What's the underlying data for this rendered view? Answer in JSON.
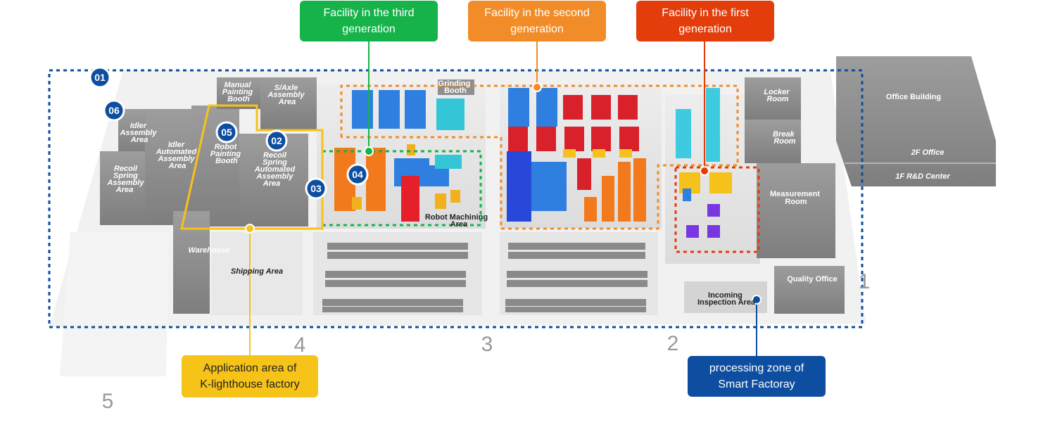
{
  "callouts": {
    "third_generation": "Facility in the third\ngeneration",
    "second_generation": "Facility in the second\ngeneration",
    "first_generation": "Facility in the first\ngeneration",
    "k_lighthouse": "Application area of\nK-lighthouse factory",
    "smart_factory": "processing zone of\nSmart Factoray"
  },
  "badges": {
    "b01": "01",
    "b02": "02",
    "b03": "03",
    "b04": "04",
    "b05": "05",
    "b06": "06"
  },
  "areas": {
    "manual_painting": [
      "Manual",
      "Painting",
      "Booth"
    ],
    "saxle_assembly": [
      "S/Axle",
      "Assembly",
      "Area"
    ],
    "grinding_booth": [
      "Grinding",
      "Booth"
    ],
    "idler_assembly": [
      "Idler",
      "Assembly",
      "Area"
    ],
    "idler_automated": [
      "Idler",
      "Automated",
      "Assembly",
      "Area"
    ],
    "robot_painting": [
      "Robot",
      "Painting",
      "Booth"
    ],
    "recoil_automated": [
      "Recoil",
      "Spring",
      "Automated",
      "Assembly",
      "Area"
    ],
    "recoil_assembly": [
      "Recoil",
      "Spring",
      "Assembly",
      "Area"
    ],
    "robot_machining": [
      "Robot Machining",
      "Area"
    ],
    "warehouse": "Warehouse",
    "shipping": "Shipping Area",
    "incoming_inspection": [
      "Incoming",
      "Inspection Area"
    ],
    "locker_room": [
      "Locker",
      "Room"
    ],
    "break_room": [
      "Break",
      "Room"
    ],
    "measurement_room": [
      "Measurement",
      "Room"
    ],
    "quality_office": "Quality Office",
    "office_building": "Office Building",
    "office_2f": "2F Office",
    "rnd_1f": "1F R&D Center"
  },
  "zone_numbers": {
    "n1": "1",
    "n2": "2",
    "n3": "3",
    "n4": "4",
    "n5": "5"
  },
  "colors": {
    "green": "#16b34a",
    "orange": "#f28c28",
    "red": "#e23d0b",
    "yellow": "#f6c318",
    "blue": "#0d4ea0",
    "building": "#8f8f8f",
    "floor": "#e4e4e4"
  }
}
